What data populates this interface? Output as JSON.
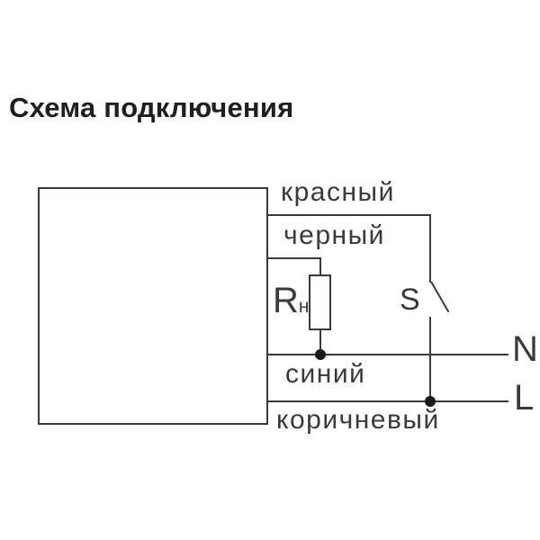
{
  "title": "Схема подключения",
  "colors": {
    "line": "#3a3a3c",
    "label": "#3a3a3c",
    "title": "#1f1f23",
    "junction": "#1a1a1a",
    "bg": "#ffffff"
  },
  "diagram": {
    "wires": {
      "red": {
        "label": "красный"
      },
      "black": {
        "label": "черный"
      },
      "blue": {
        "label": "синий"
      },
      "brown": {
        "label": "коричневый"
      }
    },
    "components": {
      "load_resistor": {
        "label_main": "R",
        "label_sub": "н"
      },
      "switch": {
        "label": "S"
      }
    },
    "terminals": {
      "neutral": {
        "label": "N"
      },
      "line": {
        "label": "L"
      }
    }
  }
}
